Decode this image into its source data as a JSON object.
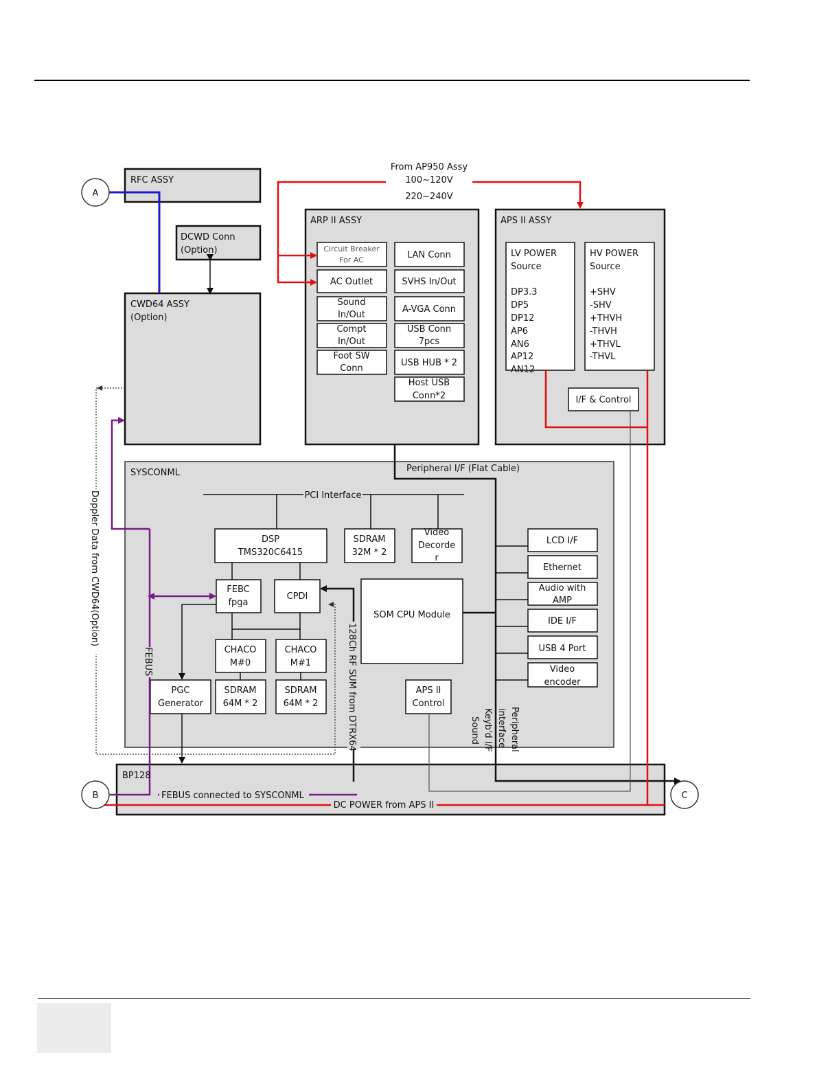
{
  "diagram": {
    "connectors": {
      "a": "A",
      "b": "B",
      "c": "C"
    },
    "supply": {
      "from": "From AP950 Assy",
      "v1": "100~120V",
      "v2": "220~240V"
    },
    "rfc": {
      "title": "RFC ASSY"
    },
    "dcwd": {
      "line1": "DCWD Conn",
      "line2": "(Option)"
    },
    "cwd": {
      "line1": "CWD64 ASSY",
      "line2": "(Option)"
    },
    "arp": {
      "title": "ARP II ASSY",
      "circuit_breaker_1": "Circuit Breaker",
      "circuit_breaker_2": "For AC",
      "ac_outlet": "AC Outlet",
      "sound_1": "Sound",
      "sound_2": "In/Out",
      "compt_1": "Compt",
      "compt_2": "In/Out",
      "foot_1": "Foot SW",
      "foot_2": "Conn",
      "lan": "LAN Conn",
      "svhs": "SVHS In/Out",
      "avga": "A-VGA Conn",
      "usb_conn_1": "USB Conn",
      "usb_conn_2": "7pcs",
      "usb_hub": "USB HUB * 2",
      "host_usb_1": "Host USB",
      "host_usb_2": "Conn*2"
    },
    "aps": {
      "title": "APS II ASSY",
      "lv_1": "LV POWER",
      "lv_2": "Source",
      "lv_items": [
        "DP3.3",
        "DP5",
        "DP12",
        "AP6",
        "AN6",
        "AP12",
        "AN12"
      ],
      "hv_1": "HV POWER",
      "hv_2": "Source",
      "hv_items": [
        "+SHV",
        "-SHV",
        "+THVH",
        "-THVH",
        "+THVL",
        "-THVL"
      ],
      "ifc": "I/F & Control"
    },
    "sysconml": {
      "title": "SYSCONML",
      "peripheral_if": "Peripheral I/F (Flat Cable)",
      "pci": "PCI Interface",
      "dsp_1": "DSP",
      "dsp_2": "TMS320C6415",
      "sdram32_1": "SDRAM",
      "sdram32_2": "32M * 2",
      "video_dec_1": "Video",
      "video_dec_2": "Decorde",
      "video_dec_3": "r",
      "febc_1": "FEBC",
      "febc_2": "fpga",
      "cpdi": "CPDI",
      "chaco0_1": "CHACO",
      "chaco0_2": "M#0",
      "chaco1_1": "CHACO",
      "chaco1_2": "M#1",
      "pgc_1": "PGC",
      "pgc_2": "Generator",
      "sdram64a_1": "SDRAM",
      "sdram64a_2": "64M * 2",
      "sdram64b_1": "SDRAM",
      "sdram64b_2": "64M * 2",
      "som": "SOM CPU Module",
      "apsctl_1": "APS II",
      "apsctl_2": "Control",
      "lcd": "LCD I/F",
      "ethernet": "Ethernet",
      "audio_1": "Audio with",
      "audio_2": "AMP",
      "ide": "IDE I/F",
      "usb4": "USB 4 Port",
      "video_enc_1": "Video",
      "video_enc_2": "encoder"
    },
    "vertical": {
      "doppler": "Doppler Data from CWD64(Option)",
      "febus": "FEBUS",
      "rfsum": "128Ch RF SUM from DTRX64",
      "periph_1": "Peripheral",
      "periph_2": "interface",
      "periph_3": "Keyb'd I/F",
      "periph_4": "Sound"
    },
    "bp": {
      "title": "BP128",
      "febus_conn": "FEBUS connected to SYSCONML",
      "dc_power": "DC POWER from APS II"
    }
  }
}
